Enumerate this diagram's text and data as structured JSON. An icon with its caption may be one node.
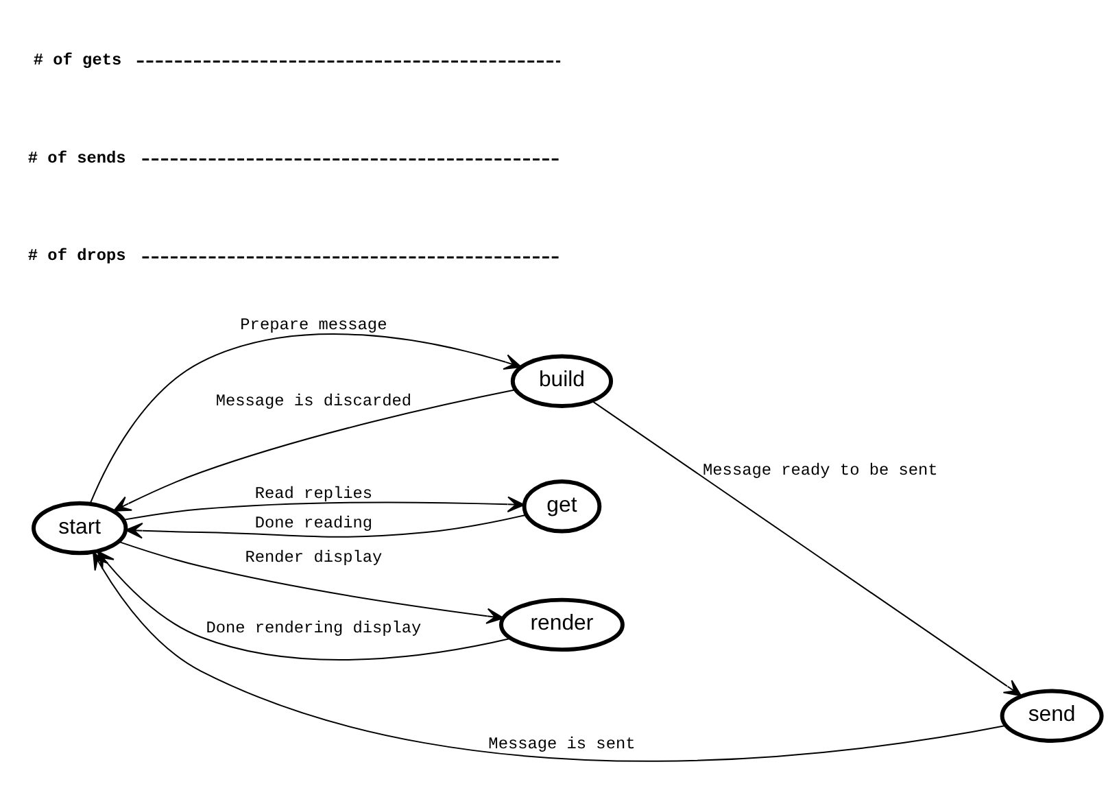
{
  "diagram": {
    "nodes": [
      {
        "text": [
          "start"
        ]
      },
      {
        "text": [
          "build"
        ]
      },
      {
        "text": [
          "send"
        ]
      },
      {
        "text": [
          "get"
        ]
      },
      {
        "text": [
          "render"
        ]
      },
      {
        "text": [
          "# of drops"
        ]
      },
      {
        "text": [
          "# of sends"
        ]
      },
      {
        "text": [
          "# of gets"
        ]
      }
    ],
    "edges": [
      {
        "from": 0,
        "to": 1,
        "arrow": "to",
        "label": "Prepare message"
      },
      {
        "from": 1,
        "to": 2,
        "arrow": "to",
        "label": "Message ready to be sent"
      },
      {
        "from": 2,
        "to": 0,
        "arrow": "to",
        "label": "Message is sent"
      },
      {
        "from": 1,
        "to": 0,
        "arrow": "to",
        "label": "Message is discarded"
      },
      {
        "from": 0,
        "to": 3,
        "arrow": "to",
        "label": "Read replies"
      },
      {
        "from": 3,
        "to": 0,
        "arrow": "to",
        "label": "Done reading"
      },
      {
        "from": 0,
        "to": 4,
        "arrow": "to",
        "label": "Render display"
      },
      {
        "from": 4,
        "to": 0,
        "arrow": "to",
        "label": "Done rendering display"
      },
      {
        "from": 5,
        "to": null,
        "arrow": "none",
        "style": "dashed"
      },
      {
        "from": 6,
        "to": null,
        "arrow": "none",
        "style": "dashed"
      },
      {
        "from": 7,
        "to": null,
        "arrow": "none",
        "style": "dashed"
      }
    ]
  }
}
